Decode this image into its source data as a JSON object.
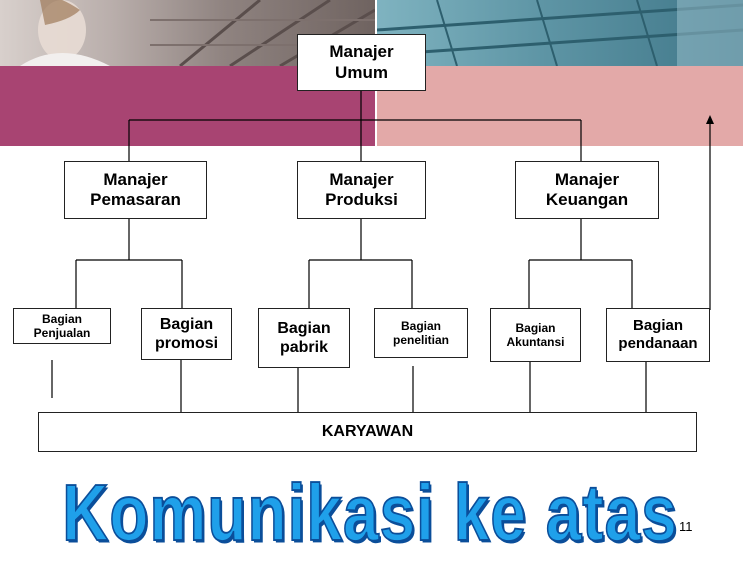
{
  "top": {
    "label": "Manajer\nUmum"
  },
  "managers": [
    {
      "label": "Manajer\nPemasaran"
    },
    {
      "label": "Manajer\nProduksi"
    },
    {
      "label": "Manajer\nKeuangan"
    }
  ],
  "units": [
    {
      "label": "Bagian\nPenjualan"
    },
    {
      "label": "Bagian\npromosi"
    },
    {
      "label": "Bagian\npabrik"
    },
    {
      "label": "Bagian\npenelitian"
    },
    {
      "label": "Bagian\nAkuntansi"
    },
    {
      "label": "Bagian\npendanaan"
    }
  ],
  "base": {
    "label": "KARYAWAN"
  },
  "title": "Komunikasi ke atas",
  "page_number": "11",
  "colors": {
    "band_left": "#a84472",
    "band_right": "#e3a9a8",
    "title_fill": "#1fa0ea",
    "title_outline": "#0b4e9a"
  }
}
